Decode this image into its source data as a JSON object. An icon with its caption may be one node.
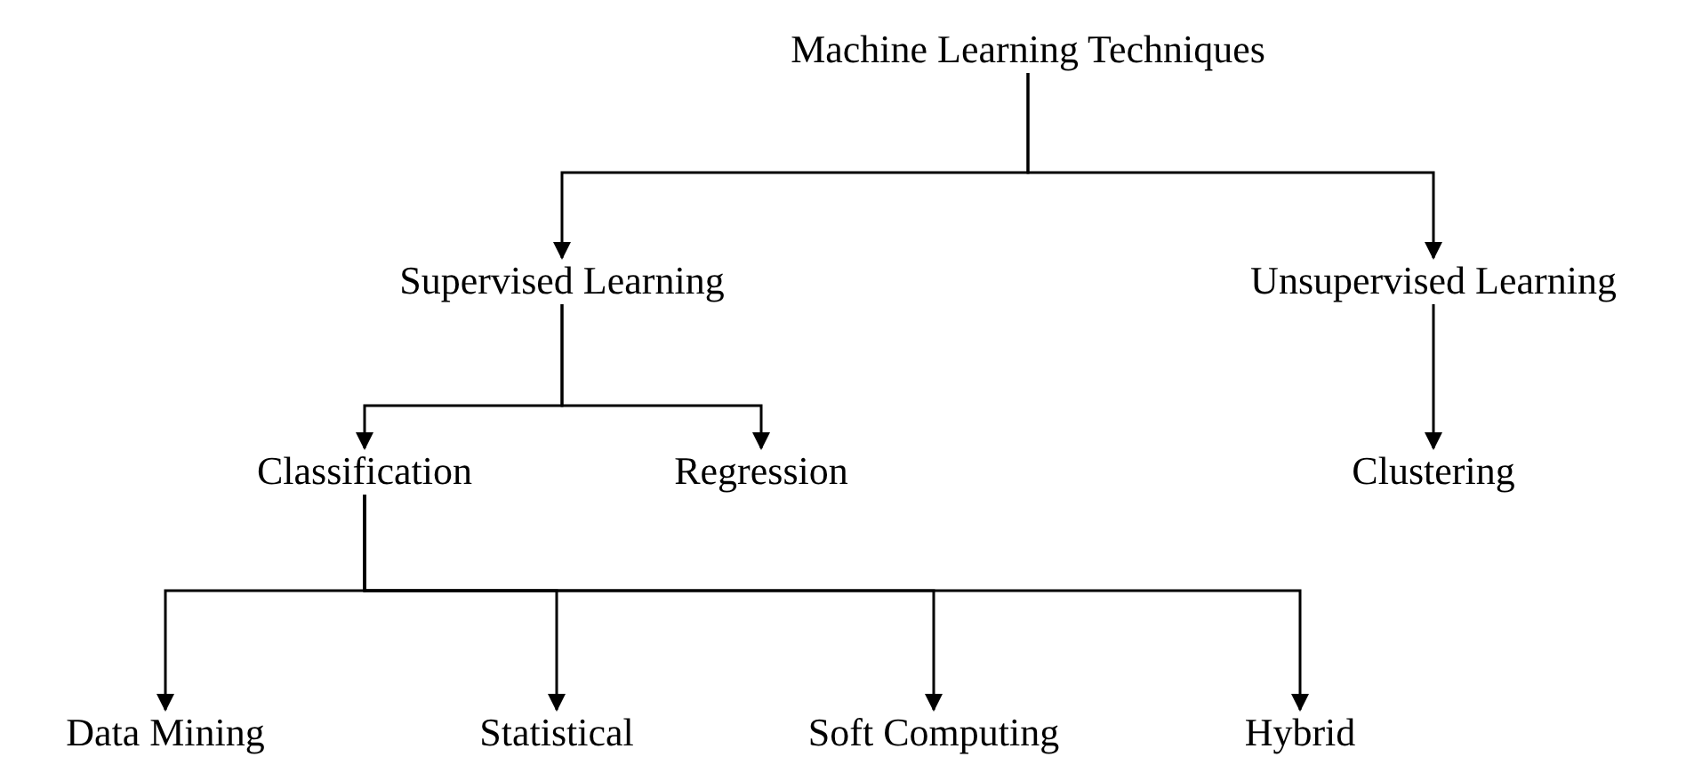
{
  "diagram": {
    "nodes": [
      {
        "text": [
          "Machine Learning Techniques"
        ]
      },
      {
        "text": [
          "Supervised Learning"
        ]
      },
      {
        "text": [
          "Unsupervised Learning"
        ]
      },
      {
        "text": [
          "Classification"
        ]
      },
      {
        "text": [
          "Regression"
        ]
      },
      {
        "text": [
          "Clustering"
        ]
      },
      {
        "text": [
          "Data Mining"
        ]
      },
      {
        "text": [
          "Statistical"
        ]
      },
      {
        "text": [
          "Soft Computing"
        ]
      },
      {
        "text": [
          "Hybrid"
        ]
      }
    ],
    "edges": [
      {
        "from": 0,
        "to": 1,
        "arrow": "to"
      },
      {
        "from": 0,
        "to": 2,
        "arrow": "to"
      },
      {
        "from": 1,
        "to": 3,
        "arrow": "to"
      },
      {
        "from": 1,
        "to": 4,
        "arrow": "to"
      },
      {
        "from": 2,
        "to": 5,
        "arrow": "to"
      },
      {
        "from": 3,
        "to": 6,
        "arrow": "to"
      },
      {
        "from": 3,
        "to": 7,
        "arrow": "to"
      },
      {
        "from": 3,
        "to": 8,
        "arrow": "to"
      },
      {
        "from": 3,
        "to": 9,
        "arrow": "to"
      }
    ]
  }
}
